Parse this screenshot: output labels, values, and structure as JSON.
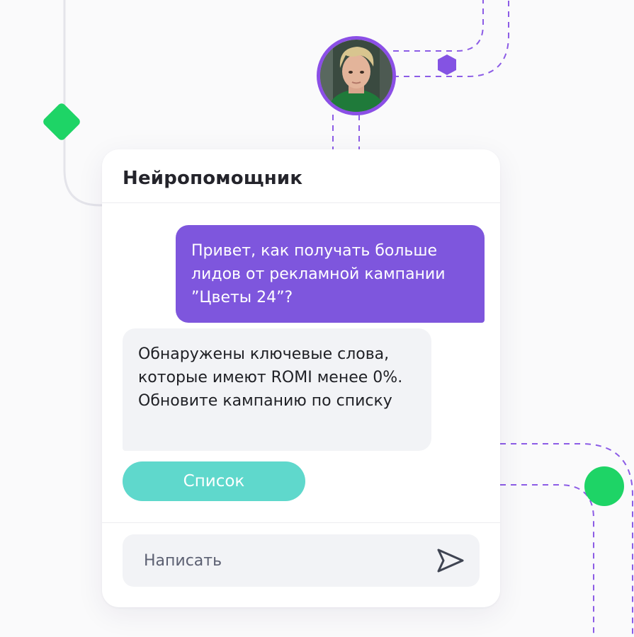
{
  "chat": {
    "title": "Нейропомощник",
    "messages": [
      {
        "role": "user",
        "text": "Привет, как получать больше лидов от рекламной кампании ”Цветы 24”?"
      },
      {
        "role": "assistant",
        "text": "Обнаружены ключевые слова, которые имеют ROMI менее 0%. Обновите кампанию по списку"
      }
    ],
    "action_button": {
      "label": "Список"
    },
    "composer": {
      "placeholder": "Написать"
    }
  },
  "colors": {
    "accent_purple": "#7e56dd",
    "avatar_ring": "#8b4fe6",
    "button_teal": "#5fd8cc",
    "decor_green": "#1ed466",
    "dash_line": "#8c5ce6"
  },
  "icons": {
    "send": "send-icon",
    "avatar": "avatar-image"
  }
}
